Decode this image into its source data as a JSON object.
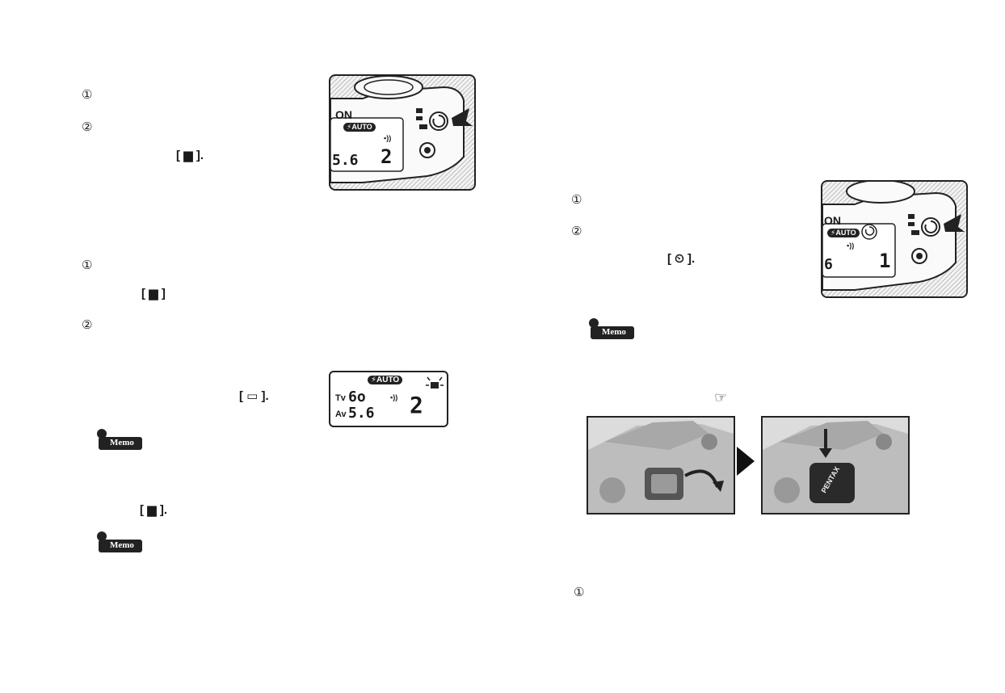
{
  "left_page": {
    "section1": {
      "step1": "①",
      "step2": "②",
      "icon_label": "[ ▆ ].",
      "icon_name": "continuous-frame-icon"
    },
    "camera_illustration_1": {
      "on_label": "ON",
      "auto_badge": "⚡AUTO",
      "aperture_readout": "5.6",
      "frame_count": "2",
      "signal_label": "▪))"
    },
    "section2": {
      "step1": "①",
      "icon_label": "[ ▆ ]",
      "step2": "②",
      "icon_name": "continuous-frame-icon"
    },
    "lcd_panel": {
      "auto_badge": "⚡AUTO",
      "tv_label": "Tv",
      "tv_value": "6o",
      "av_label": "Av",
      "av_value": "5.6",
      "frame_count": "2",
      "signal_label": "▪))"
    },
    "section3": {
      "single_icon_label": "[ ▭ ].",
      "icon_name": "single-frame-icon"
    },
    "memo1": {
      "label": "Memo"
    },
    "section4": {
      "icon_label": "[ ▆ ].",
      "icon_name": "continuous-frame-icon"
    },
    "memo2": {
      "label": "Memo"
    }
  },
  "right_page": {
    "section1": {
      "step1": "①",
      "step2": "②",
      "icon_label": "[ ⏲ ].",
      "icon_name": "self-timer-icon"
    },
    "camera_illustration_2": {
      "on_label": "ON",
      "auto_badge": "⚡AUTO",
      "aperture_readout": "6",
      "frame_count": "1",
      "signal_label": "▪))"
    },
    "memo": {
      "label": "Memo"
    },
    "pointer_icon": "☞",
    "photo_right_brand": "PENTAX",
    "section2": {
      "step1": "①"
    }
  }
}
